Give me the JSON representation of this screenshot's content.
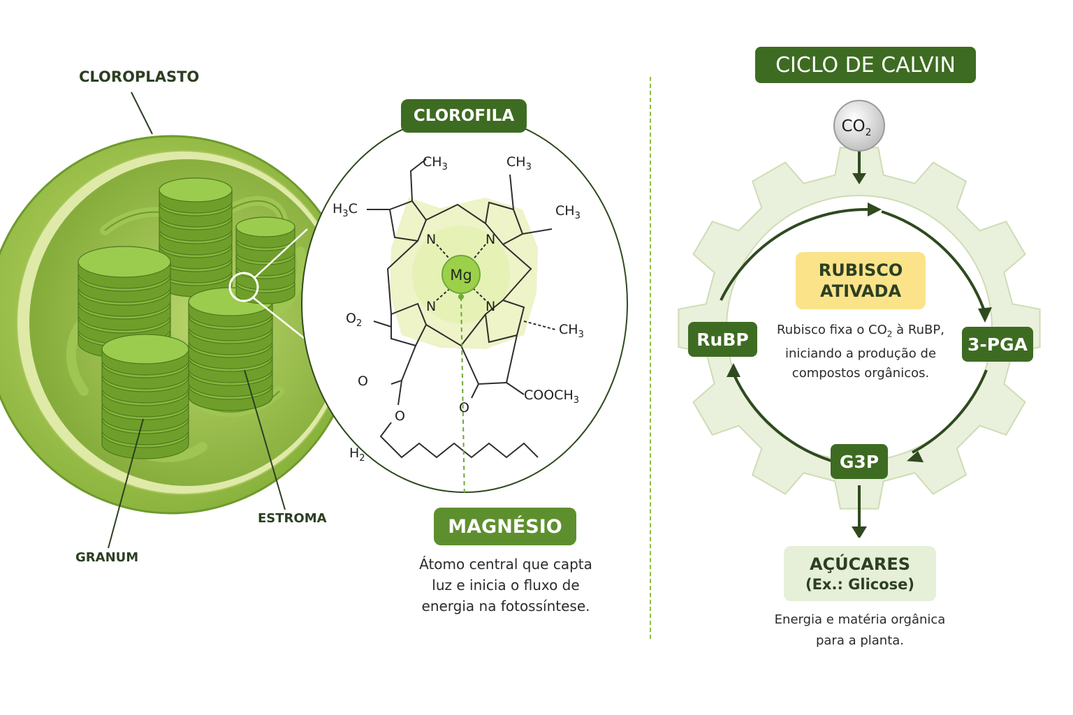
{
  "chloroplast": {
    "title": "CLOROPLASTO",
    "granum_label": "GRANUM",
    "stroma_label": "ESTROMA"
  },
  "chlorophyll": {
    "title": "CLOROFILA",
    "center_atom": "Mg",
    "atoms": {
      "n": "N",
      "ch3": "CH",
      "sub3": "3",
      "h3c_h": "H",
      "h3c_c": "C",
      "o2_o": "O",
      "o2_sub": "2",
      "o": "O",
      "cooch3": "COOCH",
      "h2_h": "H",
      "h2_sub": "2"
    }
  },
  "magnesium": {
    "title": "MAGNÉSIO",
    "description_lines": [
      "Átomo central que capta",
      "luz e inicia o fluxo de",
      "energia na fotossíntese."
    ]
  },
  "calvin": {
    "title": "CICLO DE CALVIN",
    "co2_main": "CO",
    "co2_sub": "2",
    "rubisco_line1": "RUBISCO",
    "rubisco_line2": "ATIVADA",
    "rubisco_desc_l1_a": "Rubisco fixa o CO",
    "rubisco_desc_l1_sub": "2",
    "rubisco_desc_l1_b": " à RuBP,",
    "rubisco_desc_l2": "iniciando a produção de",
    "rubisco_desc_l3": "compostos orgânicos.",
    "node_rubp": "RuBP",
    "node_3pga": "3-PGA",
    "node_g3p": "G3P",
    "sugar_line1": "AÇÚCARES",
    "sugar_line2": "(Ex.: Glicose)",
    "sugar_desc_lines": [
      "Energia e matéria orgânica",
      "para a planta."
    ]
  },
  "colors": {
    "dark_green": "#3e6b22",
    "mid_green": "#5e8f2e",
    "light_green": "#8dbb3c",
    "pale_green": "#e6efd8",
    "gear_fill": "#e9f0db",
    "rubisco_yellow": "#fbe38a",
    "gray": "#c8c8c8"
  }
}
